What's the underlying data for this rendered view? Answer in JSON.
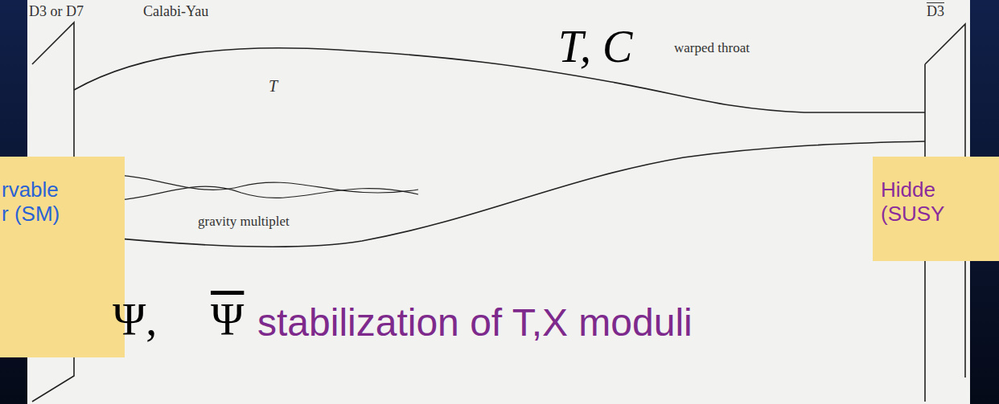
{
  "diagram": {
    "nodes": [
      {
        "text": [
          "rvable r (SM)"
        ]
      },
      {
        "text": [
          "Hidde (SUSY"
        ]
      }
    ],
    "labels": [
      "D3 or D7",
      "Calabi-Yau",
      "D3",
      "T",
      "T, C",
      "warped throat",
      "gravity multiplet",
      "Ψ,",
      "Ψ",
      "stabilization of T,X moduli"
    ]
  }
}
